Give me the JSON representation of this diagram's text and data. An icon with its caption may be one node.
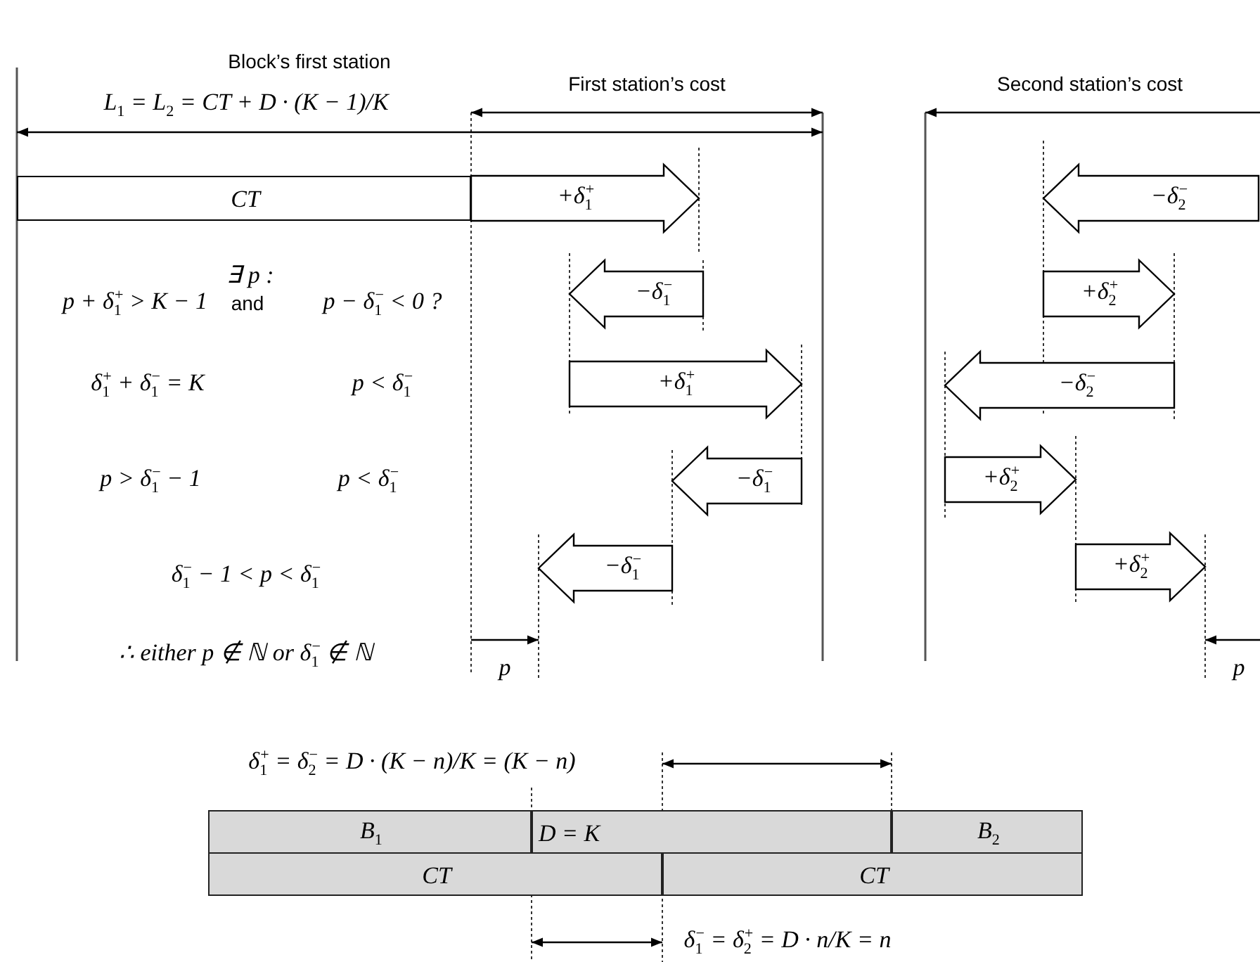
{
  "diagram": {
    "nodes": [
      {
        "text": [
          "CT"
        ]
      },
      {
        "text": [
          "+δ$_{1}$$^{+}$"
        ]
      },
      {
        "text": [
          "−δ$_{1}$$^{−}$"
        ]
      },
      {
        "text": [
          "+δ$_{1}$$^{+}$"
        ]
      },
      {
        "text": [
          "−δ$_{1}$$^{−}$"
        ]
      },
      {
        "text": [
          "−δ$_{1}$$^{−}$"
        ]
      },
      {
        "text": [
          "−δ$_{2}$$^{−}$"
        ]
      },
      {
        "text": [
          "+δ$_{2}$$^{+}$"
        ]
      },
      {
        "text": [
          "−δ$_{2}$$^{−}$"
        ]
      },
      {
        "text": [
          "+δ$_{2}$$^{+}$"
        ]
      },
      {
        "text": [
          "+δ$_{2}$$^{+}$"
        ]
      },
      {
        "text": [
          "B$_{1}$"
        ]
      },
      {
        "text": [
          "D = K"
        ]
      },
      {
        "text": [
          "B$_{2}$"
        ]
      },
      {
        "text": [
          "CT"
        ]
      },
      {
        "text": [
          "CT"
        ]
      }
    ],
    "labels": [
      "Block’s first station",
      "First station’s cost",
      "L$_{1}$ = L$_{2}$ = CT + D · (K − 1)/K",
      "Second station’s cost",
      "∃ p :",
      "p + δ$_{1}$$^{+}$ > K − 1",
      "and",
      "p − δ$_{1}$$^{−}$ < 0 ?",
      "δ$_{1}$$^{+}$ + δ$_{1}$$^{−}$ = K",
      "p < δ$_{1}$$^{−}$",
      "p > δ$_{1}$$^{−}$ − 1",
      "p < δ$_{1}$$^{−}$",
      "δ$_{1}$$^{−}$ − 1 < p < δ$_{1}$$^{−}$",
      "∴ either p ∉ ℕ or δ$_{1}$$^{−}$ ∉ ℕ",
      "p",
      "p",
      "δ$_{1}$$^{+}$ = δ$_{2}$$^{−}$ = D · (K − n)/K = (K − n)",
      "δ$_{1}$$^{−}$ = δ$_{2}$$^{+}$ = D · n/K = n"
    ]
  }
}
